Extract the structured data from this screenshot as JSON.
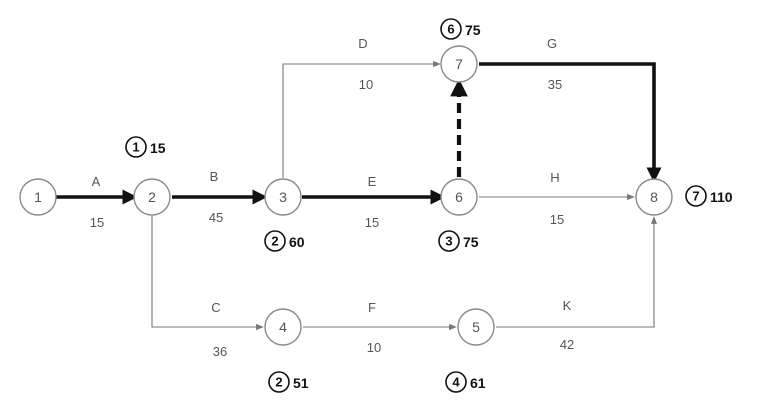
{
  "nodes": [
    {
      "id": "1",
      "label": "1"
    },
    {
      "id": "2",
      "label": "2"
    },
    {
      "id": "3",
      "label": "3"
    },
    {
      "id": "4",
      "label": "4"
    },
    {
      "id": "5",
      "label": "5"
    },
    {
      "id": "6",
      "label": "6"
    },
    {
      "id": "7",
      "label": "7"
    },
    {
      "id": "8",
      "label": "8"
    }
  ],
  "activities": [
    {
      "name": "A",
      "duration": "15",
      "from": "1",
      "to": "2",
      "critical": true
    },
    {
      "name": "B",
      "duration": "45",
      "from": "2",
      "to": "3",
      "critical": true
    },
    {
      "name": "C",
      "duration": "36",
      "from": "2",
      "to": "4",
      "critical": false
    },
    {
      "name": "D",
      "duration": "10",
      "from": "3",
      "to": "7",
      "critical": false
    },
    {
      "name": "E",
      "duration": "15",
      "from": "3",
      "to": "6",
      "critical": true
    },
    {
      "name": "F",
      "duration": "10",
      "from": "4",
      "to": "5",
      "critical": false
    },
    {
      "name": "G",
      "duration": "35",
      "from": "7",
      "to": "8",
      "critical": true
    },
    {
      "name": "H",
      "duration": "15",
      "from": "6",
      "to": "8",
      "critical": false
    },
    {
      "name": "K",
      "duration": "42",
      "from": "5",
      "to": "8",
      "critical": false
    }
  ],
  "dummy_activity": {
    "from": "6",
    "to": "7",
    "critical": true
  },
  "annotations": [
    {
      "node": "2",
      "number": "1",
      "value": "15"
    },
    {
      "node": "3",
      "number": "2",
      "value": "60"
    },
    {
      "node": "4",
      "number": "2",
      "value": "51"
    },
    {
      "node": "5",
      "number": "4",
      "value": "61"
    },
    {
      "node": "6",
      "number": "3",
      "value": "75"
    },
    {
      "node": "7",
      "number": "6",
      "value": "75"
    },
    {
      "node": "8",
      "number": "7",
      "value": "110"
    }
  ],
  "colors": {
    "critical": "#111111",
    "normal": "#777777",
    "node_stroke": "#8a8a8a"
  }
}
